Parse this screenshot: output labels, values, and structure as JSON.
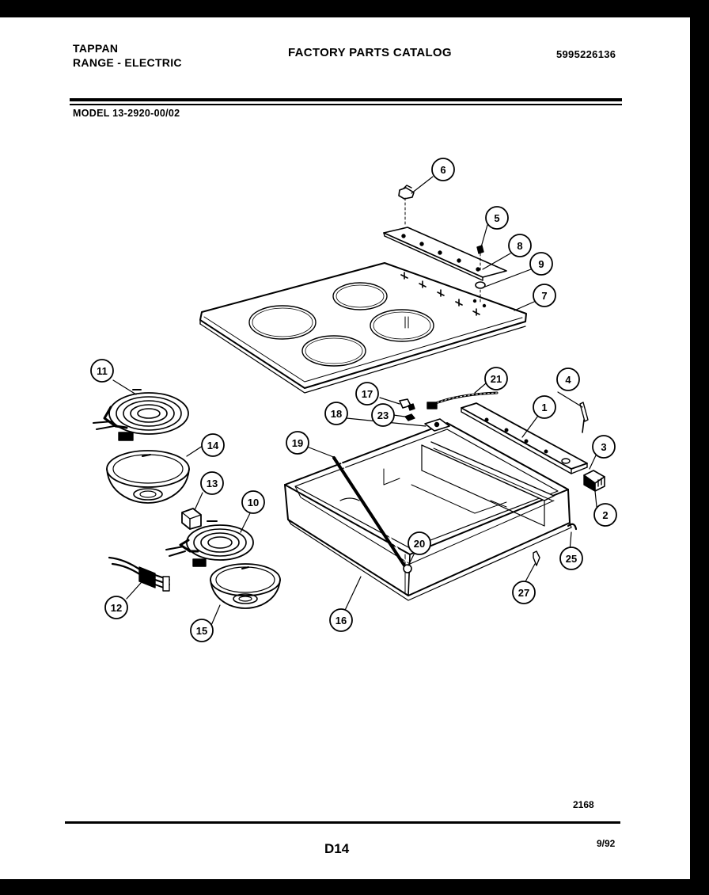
{
  "header": {
    "brand": "TAPPAN",
    "product": "RANGE - ELECTRIC",
    "title": "FACTORY PARTS CATALOG",
    "part_number": "5995226136",
    "model": "MODEL 13-2920-00/02"
  },
  "footer": {
    "drawing_code": "2168",
    "page": "D14",
    "date": "9/92"
  },
  "callouts": [
    {
      "id": "callout-1",
      "label": "1"
    },
    {
      "id": "callout-2",
      "label": "2"
    },
    {
      "id": "callout-3",
      "label": "3"
    },
    {
      "id": "callout-4",
      "label": "4"
    },
    {
      "id": "callout-5",
      "label": "5"
    },
    {
      "id": "callout-6",
      "label": "6"
    },
    {
      "id": "callout-7",
      "label": "7"
    },
    {
      "id": "callout-8",
      "label": "8"
    },
    {
      "id": "callout-9",
      "label": "9"
    },
    {
      "id": "callout-10",
      "label": "10"
    },
    {
      "id": "callout-11",
      "label": "11"
    },
    {
      "id": "callout-12",
      "label": "12"
    },
    {
      "id": "callout-13",
      "label": "13"
    },
    {
      "id": "callout-14",
      "label": "14"
    },
    {
      "id": "callout-15",
      "label": "15"
    },
    {
      "id": "callout-16",
      "label": "16"
    },
    {
      "id": "callout-17",
      "label": "17"
    },
    {
      "id": "callout-18",
      "label": "18"
    },
    {
      "id": "callout-19",
      "label": "19"
    },
    {
      "id": "callout-20",
      "label": "20"
    },
    {
      "id": "callout-21",
      "label": "21"
    },
    {
      "id": "callout-23",
      "label": "23"
    },
    {
      "id": "callout-25",
      "label": "25"
    },
    {
      "id": "callout-27",
      "label": "27"
    }
  ]
}
